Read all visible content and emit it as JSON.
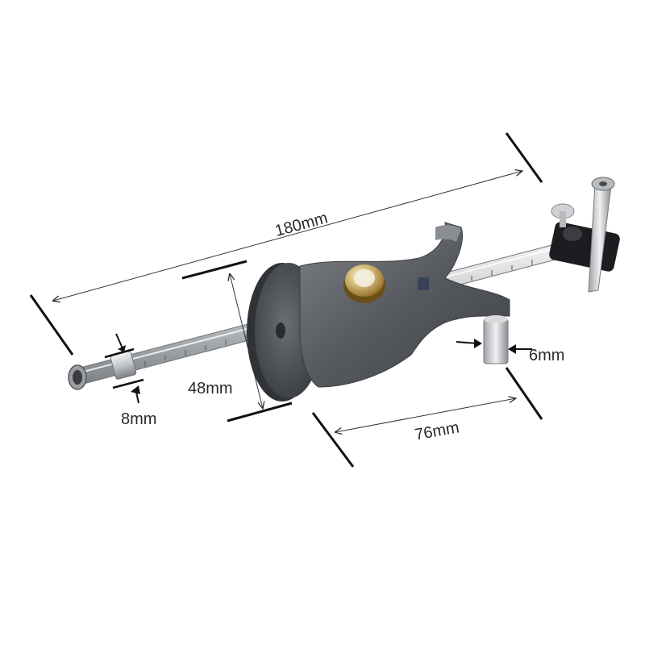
{
  "dimensions": {
    "total_length": "180mm",
    "fence_diameter": "48mm",
    "rod_diameter": "8mm",
    "foot_spacing": "76mm",
    "pin_diameter": "6mm"
  },
  "colors": {
    "background": "#ffffff",
    "dimension_line": "#111111",
    "body_metal": "#5a5d62",
    "rod_steel": "#c9ccd0",
    "knob_brass": "#c9a24a"
  }
}
